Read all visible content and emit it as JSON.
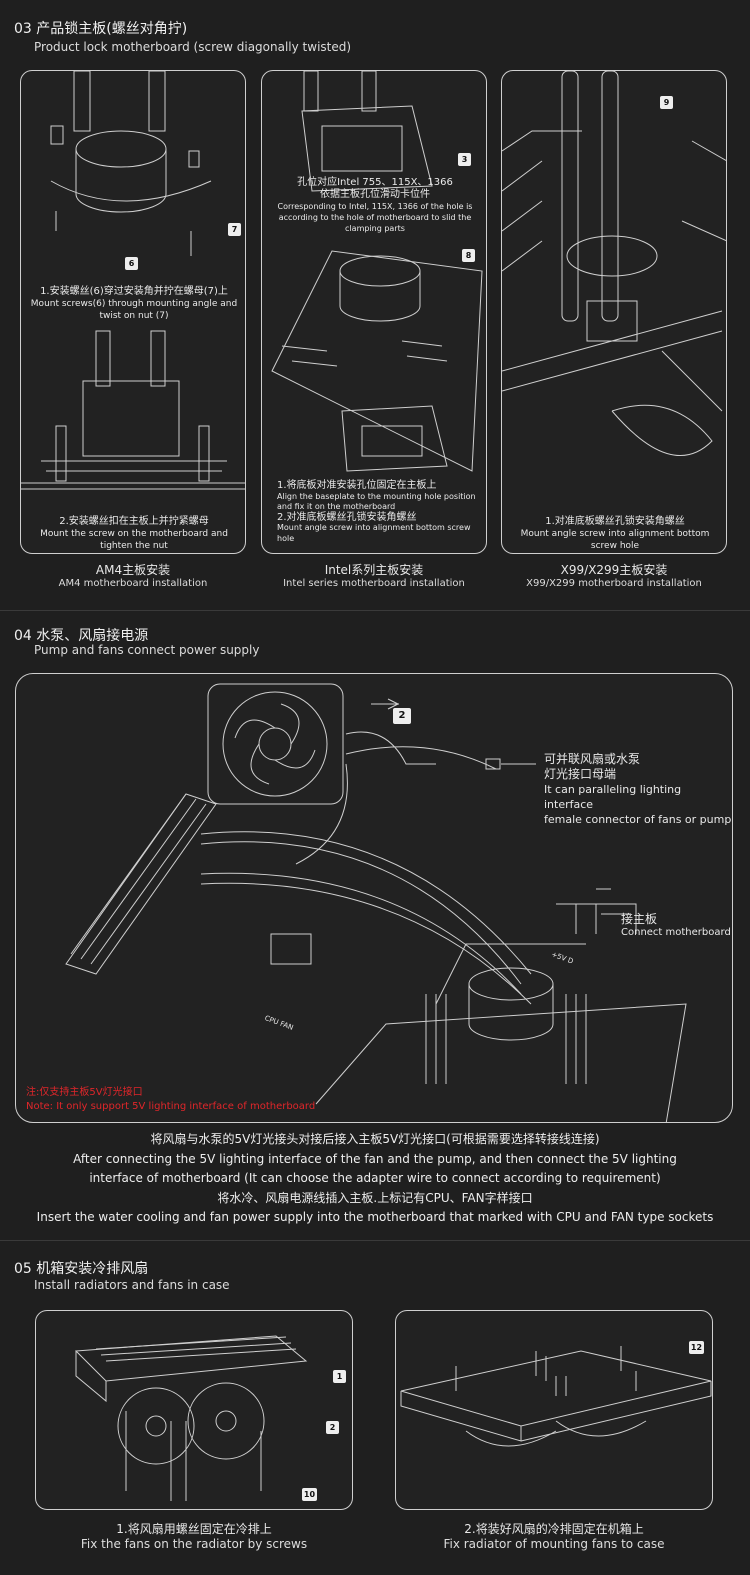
{
  "section03": {
    "title": "03 产品锁主板(螺丝对角拧)",
    "subtitle": "Product lock motherboard (screw diagonally twisted)",
    "panels": [
      {
        "tags": [
          "6",
          "7"
        ],
        "step1_cn": "1.安装螺丝(6)穿过安装角并拧在螺母(7)上",
        "step1_en": "Mount screws(6) through mounting angle and twist on nut (7)",
        "step2_cn": "2.安装螺丝扣在主板上并拧紧螺母",
        "step2_en": "Mount the screw on the motherboard and tighten the nut",
        "caption_cn": "AM4主板安装",
        "caption_en": "AM4 motherboard installation"
      },
      {
        "tags": [
          "3",
          "8"
        ],
        "note_cn1": "孔位对应Intel 755、115X、1366",
        "note_cn2": "依据主板孔位滑动卡位件",
        "note_en": "Corresponding to Intel, 115X, 1366 of the hole is according to the hole of motherboard to slid the clamping parts",
        "step1_cn": "1.将底板对准安装孔位固定在主板上",
        "step1_en": "Align the baseplate to the mounting hole position and fix it on the motherboard",
        "step2_cn": "2.对准底板螺丝孔锁安装角螺丝",
        "step2_en": "Mount angle screw into alignment bottom screw hole",
        "caption_cn": "Intel系列主板安装",
        "caption_en": "Intel series motherboard installation"
      },
      {
        "tags": [
          "9"
        ],
        "step1_cn": "1.对准底板螺丝孔锁安装角螺丝",
        "step1_en": "Mount angle screw into alignment bottom screw hole",
        "caption_cn": "X99/X299主板安装",
        "caption_en": "X99/X299 motherboard installation"
      }
    ]
  },
  "section04": {
    "title": "04 水泵、风扇接电源",
    "subtitle": "Pump and fans connect power supply",
    "tag": "2",
    "label1_cn1": "可并联风扇或水泵",
    "label1_cn2": "灯光接口母端",
    "label1_en1": "It can paralleling lighting interface",
    "label1_en2": "female connector of fans or pump",
    "label2_cn": "接主板",
    "label2_en": "Connect motherboard",
    "header_5v": "+5V D",
    "cpu_fan": "CPU FAN",
    "note_cn": "注:仅支持主板5V灯光接口",
    "note_en": "Note: It only support 5V lighting interface of motherboard",
    "desc": [
      "将风扇与水泵的5V灯光接头对接后接入主板5V灯光接口(可根据需要选择转接线连接)",
      "After connecting the 5V lighting interface of the fan and the pump, and then connect the 5V lighting",
      "interface of motherboard (It can choose the adapter wire to connect according to requirement)",
      "将水冷、风扇电源线插入主板.上标记有CPU、FAN字样接口",
      "Insert the water cooling and fan power supply into the motherboard that marked with CPU and FAN type sockets"
    ],
    "accent_note": "#e0262a"
  },
  "section05": {
    "title": "05 机箱安装冷排风扇",
    "subtitle": "Install radiators and fans in case",
    "panels": [
      {
        "tags": [
          "1",
          "2",
          "10"
        ],
        "caption_cn": "1.将风扇用螺丝固定在冷排上",
        "caption_en": "Fix the fans on the radiator by screws"
      },
      {
        "tags": [
          "12"
        ],
        "caption_cn": "2.将装好风扇的冷排固定在机箱上",
        "caption_en": "Fix radiator of mounting fans to case"
      }
    ]
  }
}
